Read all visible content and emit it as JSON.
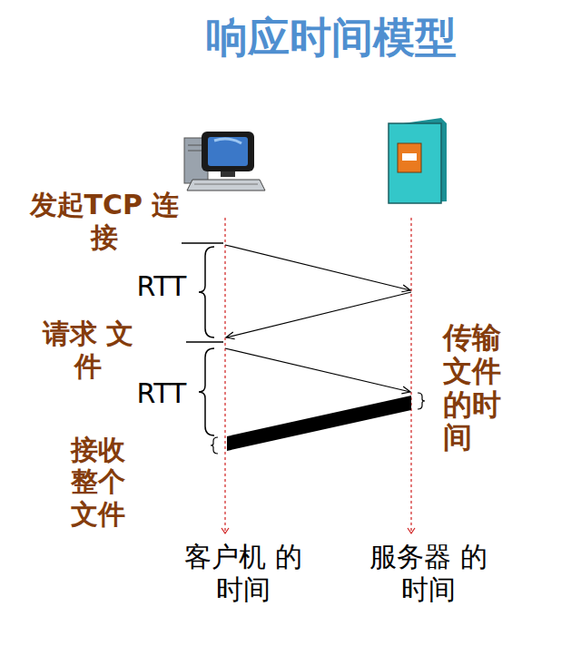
{
  "diagram": {
    "title": "响应时间模型",
    "labels": [
      "发起TCP 连接",
      "RTT",
      "请求 文件",
      "RTT",
      "接收 整个 文件",
      "传输 文件 的时间",
      "客户机 的时间",
      "服务器 的时间"
    ]
  }
}
